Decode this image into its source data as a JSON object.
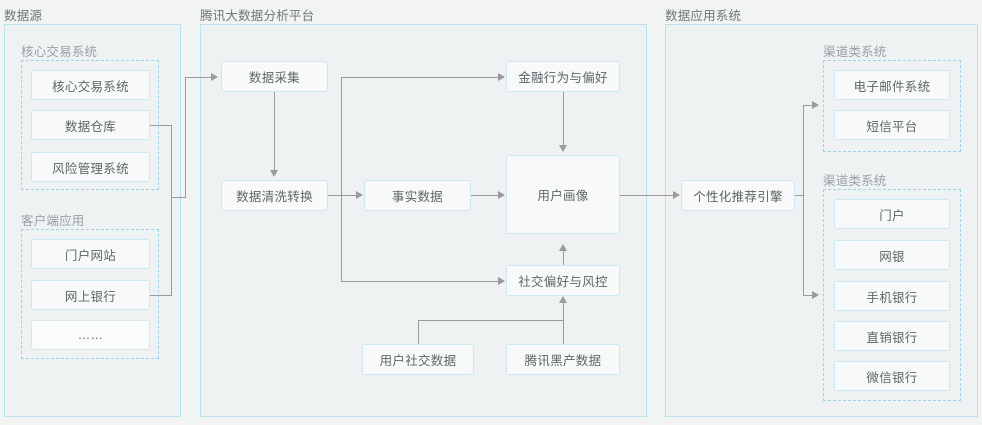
{
  "panels": {
    "source": {
      "title": "数据源",
      "groups": [
        {
          "title": "核心交易系统",
          "items": [
            "核心交易系统",
            "数据仓库",
            "风险管理系统"
          ]
        },
        {
          "title": "客户端应用",
          "items": [
            "门户网站",
            "网上银行",
            "……"
          ]
        }
      ]
    },
    "platform": {
      "title": "腾讯大数据分析平台",
      "nodes": {
        "collect": "数据采集",
        "clean": "数据清洗转换",
        "fact": "事实数据",
        "finance": "金融行为与偏好",
        "profile": "用户画像",
        "social": "社交偏好与风控",
        "user_social_data": "用户社交数据",
        "tencent_black_data": "腾讯黑产数据"
      }
    },
    "application": {
      "title": "数据应用系统",
      "nodes": {
        "engine": "个性化推荐引擎"
      },
      "groups": [
        {
          "title": "渠道类系统",
          "items": [
            "电子邮件系统",
            "短信平台"
          ]
        },
        {
          "title": "渠道类系统",
          "items": [
            "门户",
            "网银",
            "手机银行",
            "直销银行",
            "微信银行"
          ]
        }
      ]
    }
  },
  "colors": {
    "panel_bg": "#eef2f2",
    "panel_border": "#b9e3ef",
    "group_border": "#9fd2ea",
    "node_border": "#c9e8f2",
    "connector": "#9a9a9a",
    "page_bg": "#f2f3f3",
    "text": "#5f6568"
  }
}
